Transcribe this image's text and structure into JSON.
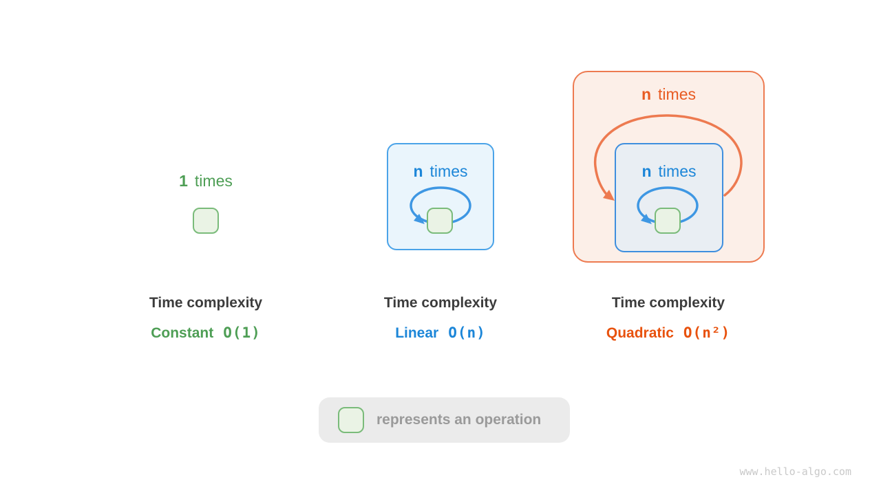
{
  "panels": {
    "constant": {
      "loop_count": "1",
      "loop_word": "times",
      "title": "Time complexity",
      "name": "Constant",
      "notation": "O(1)"
    },
    "linear": {
      "loop_count": "n",
      "loop_word": "times",
      "title": "Time complexity",
      "name": "Linear",
      "notation": "O(n)"
    },
    "quadratic": {
      "outer_loop_count": "n",
      "outer_loop_word": "times",
      "inner_loop_count": "n",
      "inner_loop_word": "times",
      "title": "Time complexity",
      "name": "Quadratic",
      "notation": "O(n²)"
    }
  },
  "legend": {
    "label": "represents an operation"
  },
  "watermark": "www.hello-algo.com",
  "colors": {
    "green_accent": "#4E9E55",
    "green_square_border": "#7ABB7A",
    "green_square_fill": "#EAF3E5",
    "blue_accent": "#1C86D8",
    "blue_box_border": "#4AA3E8",
    "blue_box_fill": "#EAF5FC",
    "blue_loop_stroke": "#3E97E3",
    "inner_box_border": "#3E8EDE",
    "inner_box_fill": "#E9EEF3",
    "orange_accent": "#E8520E",
    "orange_border": "#ED7A50",
    "orange_box_fill": "#FCEFE8",
    "dark_text": "#3C3C3C",
    "legend_bg": "#EBEBEB",
    "legend_text": "#9A9A9A",
    "watermark_text": "#C9C9C9"
  }
}
